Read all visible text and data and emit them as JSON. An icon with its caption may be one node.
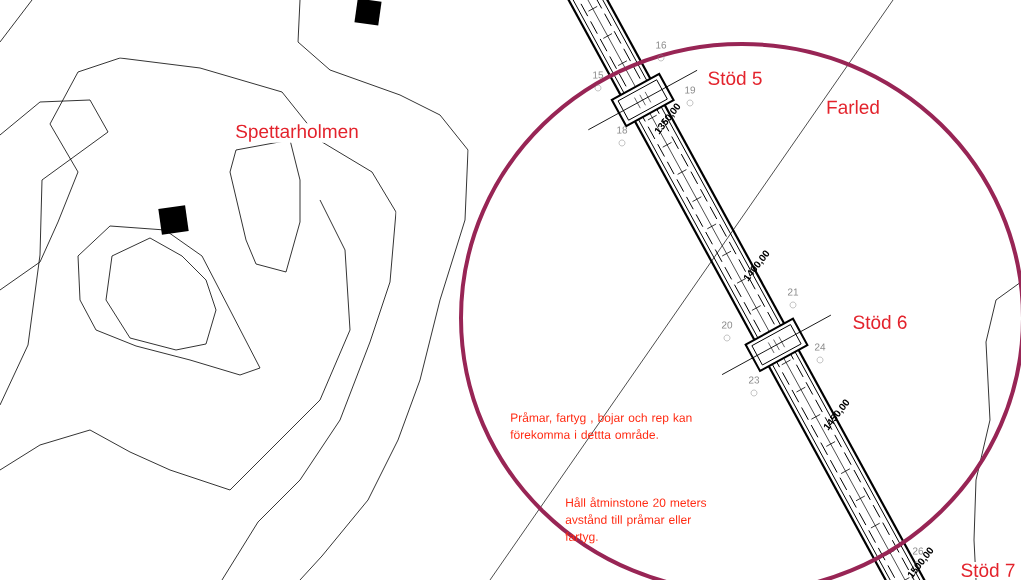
{
  "diagram": {
    "labels": [
      "Stöd 5",
      "16",
      "15",
      "Farled",
      "19",
      "1350,00",
      "Spettarholmen",
      "18",
      "1400,00",
      "21",
      "Stöd 6",
      "20",
      "24",
      "23",
      "1450,00",
      "Pråmar, fartyg , bojar och rep kan förekomma i dettta område.",
      "Håll åtminstone 20 meters avstånd till pråmar eller fartyg.",
      "26",
      "1500,00",
      "Stöd 7"
    ]
  }
}
